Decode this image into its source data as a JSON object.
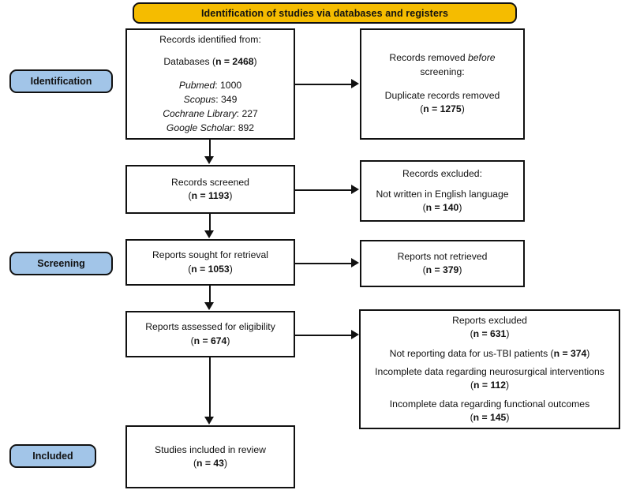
{
  "diagram": {
    "type": "prisma-flow-diagram",
    "banner": {
      "label": "Identification of studies via databases and registers",
      "color": "#F5BC00"
    },
    "stage_labels": [
      {
        "name": "identification",
        "label": "Identification",
        "color": "#A2C5E8"
      },
      {
        "name": "screening",
        "label": "Screening",
        "color": "#A2C5E8"
      },
      {
        "name": "included",
        "label": "Included",
        "color": "#A2C5E8"
      }
    ],
    "left_boxes": [
      {
        "name": "records-identified",
        "line1": "Records identified from:",
        "line2_prefix": "Databases (",
        "line2_n": "n = 2468",
        "line2_suffix": ")",
        "sources": [
          {
            "label": "Pubmed",
            "count": "1000"
          },
          {
            "label": "Scopus",
            "count": "349"
          },
          {
            "label": "Cochrane Library",
            "count": "227"
          },
          {
            "label": "Google Scholar",
            "count": "892"
          }
        ]
      },
      {
        "name": "records-screened",
        "line1": "Records screened",
        "n_prefix": "(",
        "n": "n = 1193",
        "n_suffix": ")"
      },
      {
        "name": "reports-sought",
        "line1": "Reports sought for retrieval",
        "n_prefix": "(",
        "n": "n = 1053",
        "n_suffix": ")"
      },
      {
        "name": "reports-assessed",
        "line1": "Reports assessed for eligibility",
        "n_prefix": "(",
        "n": "n = 674",
        "n_suffix": ")"
      },
      {
        "name": "studies-included",
        "line1": "Studies included in review",
        "n_prefix": "(",
        "n": "n = 43",
        "n_suffix": ")"
      }
    ],
    "right_boxes": [
      {
        "name": "records-removed",
        "line1a": "Records removed ",
        "line1b": "before",
        "line2": "screening:",
        "line3": "Duplicate records removed",
        "n_prefix": "(",
        "n": "n = 1275",
        "n_suffix": ")"
      },
      {
        "name": "records-excluded",
        "line1": "Records excluded:",
        "line2": "Not written in English language",
        "n_prefix": "(",
        "n": "n = 140",
        "n_suffix": ")"
      },
      {
        "name": "reports-not-retrieved",
        "line1": "Reports not retrieved",
        "n_prefix": "(",
        "n": "n = 379",
        "n_suffix": ")"
      },
      {
        "name": "reports-excluded",
        "title": "Reports excluded",
        "title_n_prefix": "(",
        "title_n": "n = 631",
        "title_n_suffix": ")",
        "reasons": [
          {
            "text": "Not reporting data for us-TBI patients (",
            "n": "n = 374",
            "suffix": ")",
            "inline": true
          },
          {
            "text": "Incomplete data regarding neurosurgical interventions",
            "n_prefix": "(",
            "n": "n = 112",
            "n_suffix": ")",
            "inline": false
          },
          {
            "text": "Incomplete data regarding functional outcomes",
            "n_prefix": "(",
            "n": "n = 145",
            "n_suffix": ")",
            "inline": false
          }
        ]
      }
    ]
  }
}
